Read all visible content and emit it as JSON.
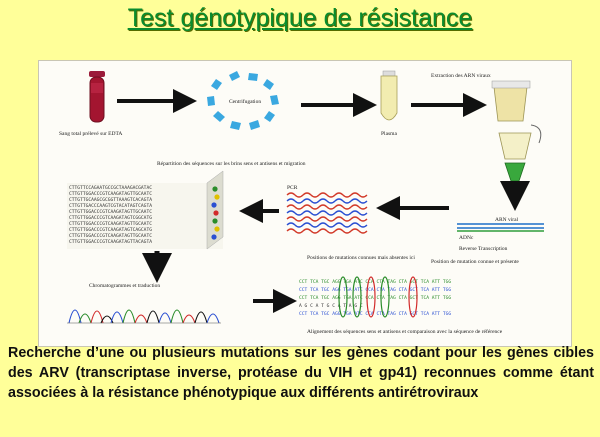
{
  "title": "Test génotypique de résistance",
  "diagram": {
    "blood_label": "Sang total prélevé sur EDTA",
    "centrifuge_label": "Centrifugation",
    "plasma_label": "Plasma",
    "extraction_label": "Extraction des ARN viraux",
    "rna_viral_label": "ARN viral",
    "adnc_label": "ADNc",
    "rt_label": "Reverse Transcription",
    "pcr_label": "PCR",
    "sequencing_label": "Répartition des séquences sur les brins sens et antisens et migration",
    "chromatogram_label": "Chromatogrammes et traduction",
    "mutation_pos_label": "Positions de mutations connues mais absentes ici",
    "mutation_found_label": "Position de mutation connue et présente",
    "alignment_label": "Alignement des séquences sens et antisens et comparaison avec la séquence de référence"
  },
  "caption": "Recherche d’une ou plusieurs mutations sur les gènes codant pour les gènes cibles des ARV (transcriptase inverse, protéase du VIH et gp41) reconnues comme étant associées à la résistance phénotypique aux différents antirétroviraux"
}
